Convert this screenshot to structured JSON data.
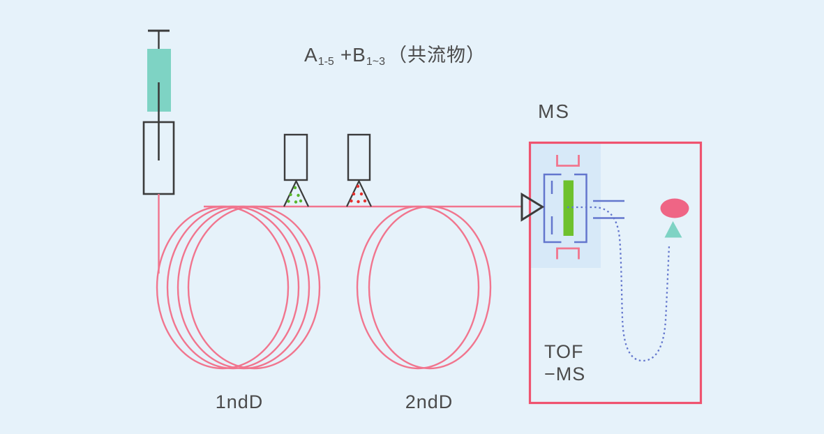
{
  "colors": {
    "bg": "#e6f2fa",
    "pink": "#ef6585",
    "pink_line": "#f1758e",
    "box_pink": "#ef536f",
    "teal": "#7ed3c4",
    "green": "#6ec12d",
    "green_dot": "#58b52c",
    "red_dot": "#e5302e",
    "blue": "#6376cd",
    "dark": "#3b3b3b",
    "text": "#4b4b4b",
    "panel": "#d7e9f8"
  },
  "title": {
    "base_a": "A",
    "sub_a": "1-5",
    "base_b": "+B",
    "sub_b": "1~3",
    "suffix": "（共流物）"
  },
  "ms_unit": {
    "label": "MS",
    "tof_line1": "TOF",
    "tof_line2": "−MS"
  },
  "coil_labels": {
    "first": "1ndD",
    "second": "2ndD"
  },
  "icons": [
    "syringe-icon",
    "injector-teal-icon",
    "injector-pink-icon",
    "spray-cone-green-icon",
    "spray-cone-red-icon",
    "coil-first-dimension-icon",
    "coil-second-dimension-icon",
    "flow-arrow-icon",
    "ion-source-icon",
    "ion-beam-path-icon",
    "detector-spot-icon",
    "detector-arrow-icon",
    "ms-chamber-box"
  ]
}
